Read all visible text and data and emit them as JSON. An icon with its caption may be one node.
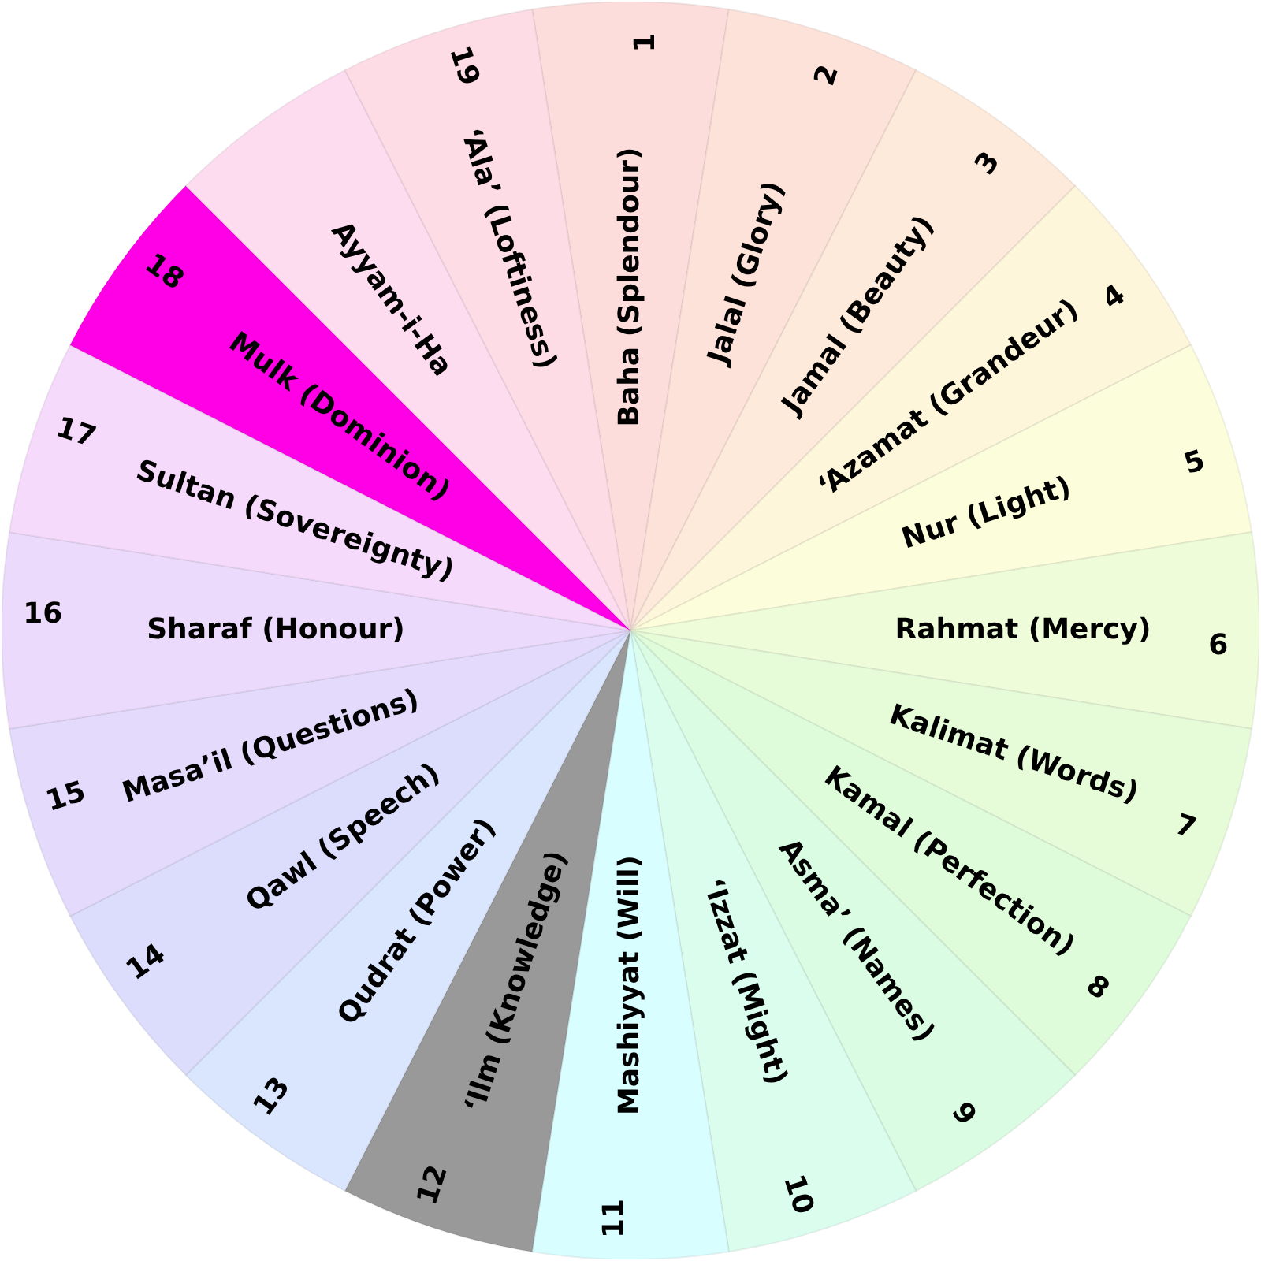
{
  "diagram": {
    "nodes": [
      {
        "text": [
          "1",
          "Baha (Splendour)"
        ]
      },
      {
        "text": [
          "2",
          "Jalal (Glory)"
        ]
      },
      {
        "text": [
          "3",
          "Jamal (Beauty)"
        ]
      },
      {
        "text": [
          "4",
          "‘Azamat (Grandeur)"
        ]
      },
      {
        "text": [
          "5",
          "Nur (Light)"
        ]
      },
      {
        "text": [
          "6",
          "Rahmat (Mercy)"
        ]
      },
      {
        "text": [
          "7",
          "Kalimat (Words)"
        ]
      },
      {
        "text": [
          "8",
          "Kamal (Perfection)"
        ]
      },
      {
        "text": [
          "9",
          "Asma’ (Names)"
        ]
      },
      {
        "text": [
          "10",
          "‘Izzat (Might)"
        ]
      },
      {
        "text": [
          "11",
          "Mashiyyat (Will)"
        ]
      },
      {
        "text": [
          "12",
          "‘Ilm (Knowledge)"
        ]
      },
      {
        "text": [
          "13",
          "Qudrat (Power)"
        ]
      },
      {
        "text": [
          "14",
          "Qawl (Speech)"
        ]
      },
      {
        "text": [
          "15",
          "Masa’il (Questions)"
        ]
      },
      {
        "text": [
          "16",
          "Sharaf (Honour)"
        ]
      },
      {
        "text": [
          "17",
          "Sultan (Sovereignty)"
        ]
      },
      {
        "text": [
          "18",
          "Mulk (Dominion)"
        ]
      },
      {
        "text": [
          "Ayyam-i-Ha"
        ]
      },
      {
        "text": [
          "19",
          "‘Ala’ (Loftiness)"
        ]
      }
    ]
  }
}
